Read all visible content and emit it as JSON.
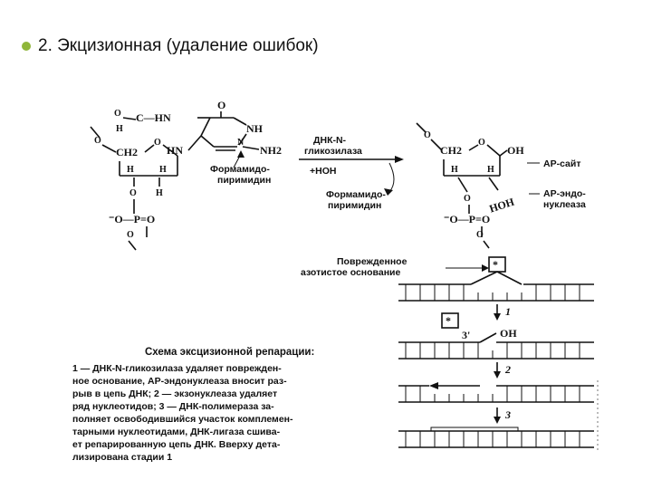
{
  "slide": {
    "title": "2. Экцизионная (удаление ошибок)",
    "bullet_color": "#8fb63a"
  },
  "figure": {
    "left_molecule": {
      "o_top": "O",
      "aldehyde": "C—HN",
      "h_left": "H",
      "o_eq": "O",
      "nh": "NH",
      "hn": "HN",
      "nh2": "NH2",
      "ch2": "CH2",
      "h1": "H",
      "h2": "H",
      "h3": "H",
      "o_ring": "O",
      "o_low": "O",
      "phosphate": "⁻O—P=O",
      "o_bottom": "O",
      "o_left": "O",
      "base_label_line1": "Формамидо-",
      "base_label_line2": "пиримидин"
    },
    "reaction": {
      "enzyme_line1": "ДНК-N-",
      "enzyme_line2": "гликозилаза",
      "reagent": "+HOH",
      "product_line1": "Формамидо-",
      "product_line2": "пиримидин"
    },
    "right_molecule": {
      "ch2": "CH2",
      "oh": "OH",
      "h1": "H",
      "h2": "H",
      "hoh": "HOH",
      "o_top": "O",
      "o_ring": "O",
      "phosphate": "⁻O—P=O",
      "o_bottom": "O",
      "ap_site": "АР-сайт",
      "endo_line1": "АР-эндо-",
      "endo_line2": "нуклеаза"
    },
    "damaged_label_line1": "Поврежденное",
    "damaged_label_line2": "азотистое основание",
    "star": "*",
    "three_prime": "3'",
    "oh": "OH",
    "stage_labels": [
      "1",
      "2",
      "3"
    ],
    "caption": {
      "title": "Схема эксцизионной репарации:",
      "lines": [
        "1 — ДНК-N-гликозилаза удаляет поврежден-",
        "ное основание, АР-эндонуклеаза вносит раз-",
        "рыв в цепь ДНК; 2 — экзонуклеаза удаляет",
        "ряд нуклеотидов; 3 — ДНК-полимераза за-",
        "полняет освободившийся участок комплемен-",
        "тарными нуклеотидами, ДНК-лигаза сшива-",
        "ет репарированную цепь ДНК. Вверху дета-",
        "лизирована стадии 1"
      ]
    }
  }
}
